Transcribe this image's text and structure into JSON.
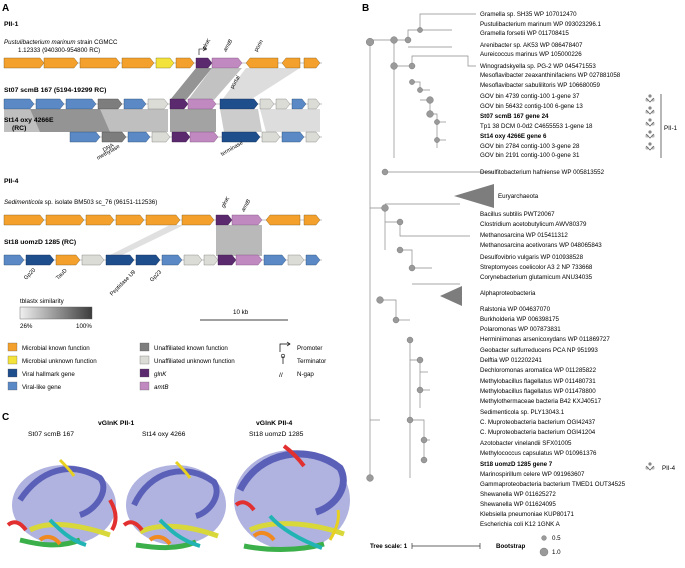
{
  "panels": {
    "a": "A",
    "b": "B",
    "c": "C"
  },
  "panel_a": {
    "pii1_header": "PII-1",
    "pustuli_title": "Pustulibacterium marinum",
    "pustuli_title_rest": " strain CGMCC",
    "pustuli_coords": "1.12333 (940300-954800 RC)",
    "st07_title": "St07 scmB 167 (5194-19299 RC)",
    "st14_title": "St14 oxy 4266E",
    "st14_sub": "(RC)",
    "pii4_header": "PII-4",
    "sedimenticola_title": "Sedimenticola",
    "sedimenticola_rest": " sp. isolate BM503 sc_76 (96151-112536)",
    "st18_title": "St18 uomzD 1285 (RC)",
    "gene_labels": {
      "glnK": "glnK",
      "amtB": "amtB",
      "porin": "porin",
      "portal": "portal",
      "dna_methylase_1": "DNA",
      "dna_methylase_2": "methylase",
      "terminase": "terminase",
      "gp20": "Gp20",
      "tauD": "TauD",
      "peptidase": "Peptidase U9",
      "gp23": "Gp23",
      "glnK_b": "glnK",
      "amtB_b": "amtB"
    },
    "similarity_title": "tblastx similarity",
    "similarity_min": "26%",
    "similarity_max": "100%",
    "scale": "10 kb",
    "legend": [
      {
        "label": "Microbial known function",
        "color": "#f4a02c"
      },
      {
        "label": "Microbial unknown function",
        "color": "#f2e23a"
      },
      {
        "label": "Viral hallmark gene",
        "color": "#1f4e8c"
      },
      {
        "label": "Viral-like gene",
        "color": "#5a89c6"
      },
      {
        "label": "Unaffiliated known function",
        "color": "#7d7d7d"
      },
      {
        "label": "Unaffiliated unknown function",
        "color": "#dcdcd6"
      },
      {
        "label": "glnK",
        "color": "#5b2a6e"
      },
      {
        "label": "amtB",
        "color": "#c08ac0"
      }
    ],
    "legend_symbols": {
      "promoter": "Promoter",
      "terminator": "Terminator",
      "ngap": "N-gap"
    }
  },
  "panel_b": {
    "taxa": [
      {
        "label": "Gramella sp. SH35 WP 107012470",
        "bold": false
      },
      {
        "label": "Pustulibacterium marinum WP 093023296.1",
        "bold": false
      },
      {
        "label": "Gramella forsetii WP 011708415",
        "bold": false
      },
      {
        "label": "Arenibacter sp. AK53 WP 086478407",
        "bold": false
      },
      {
        "label": "Aureicoccus marinus WP 105000226",
        "bold": false
      },
      {
        "label": "Winogradskyella sp. PG-2 WP 045471553",
        "bold": false
      },
      {
        "label": "Mesoflavibacter zeaxanthinifaciens WP 027881058",
        "bold": false
      },
      {
        "label": "Mesoflavibacter sabulilitoris WP 106680059",
        "bold": false
      },
      {
        "label": "GOV bin 4739 contig-100 1-gene 37",
        "bold": false
      },
      {
        "label": "GOV bin 56432 contig-100 6-gene 13",
        "bold": false
      },
      {
        "label": "St07 scmB 167 gene 24",
        "bold": true
      },
      {
        "label": "Tp1 38 DCM 0-0d2 C4655553 1-gene 18",
        "bold": false
      },
      {
        "label": "St14 oxy 4266E gene 6",
        "bold": true
      },
      {
        "label": "GOV bin 2784 contig-100 3-gene 28",
        "bold": false
      },
      {
        "label": "GOV bin 2191 contig-100 0-gene 31",
        "bold": false
      },
      {
        "label": "Desulfitobacterium hafniense WP 005813552",
        "bold": false
      },
      {
        "label": "Euryarchaeota",
        "bold": false
      },
      {
        "label": "Bacillus subtilis PWT20067",
        "bold": false
      },
      {
        "label": "Clostridium acetobutylicum AWV80379",
        "bold": false
      },
      {
        "label": "Methanosarcina WP 015411312",
        "bold": false
      },
      {
        "label": "Methanosarcina acetivorans WP 048065843",
        "bold": false
      },
      {
        "label": "Desulfovibrio vulgaris WP 010938528",
        "bold": false
      },
      {
        "label": "Streptomyces coelicolor A3 2 NP 733668",
        "bold": false
      },
      {
        "label": "Corynebacterium glutamicum ANU34035",
        "bold": false
      },
      {
        "label": "Alphaproteobacteria",
        "bold": false
      },
      {
        "label": "Ralstonia WP 004637070",
        "bold": false
      },
      {
        "label": "Burkholderia WP 006398175",
        "bold": false
      },
      {
        "label": "Polaromonas WP 007873831",
        "bold": false
      },
      {
        "label": "Herminiimonas arsenicoxydans WP 011869727",
        "bold": false
      },
      {
        "label": "Geobacter sulfurreducens PCA NP 951993",
        "bold": false
      },
      {
        "label": "Delftia WP 012202241",
        "bold": false
      },
      {
        "label": "Dechloromonas aromatica WP 011285822",
        "bold": false
      },
      {
        "label": "Methylobacillus flagellatus WP 011480731",
        "bold": false
      },
      {
        "label": "Methylobacillus flagellatus WP 011478800",
        "bold": false
      },
      {
        "label": "Methylothermaceae bacteria B42 KXJ40517",
        "bold": false
      },
      {
        "label": "Sedimenticola sp. PLY13043.1",
        "bold": false
      },
      {
        "label": "C. Muproteobacteria bacterium OGI42437",
        "bold": false
      },
      {
        "label": "C. Muproteobacteria bacterium OGI41204",
        "bold": false
      },
      {
        "label": "Azotobacter vinelandii SFX01005",
        "bold": false
      },
      {
        "label": "Methylococcus capsulatus WP 010961376",
        "bold": false
      },
      {
        "label": "St18 uomzD 1285 gene 7",
        "bold": true
      },
      {
        "label": "Marinospirillum celere WP 091963607",
        "bold": false
      },
      {
        "label": "Gammaproteobacteria bacterium TMED1 OUT34525",
        "bold": false
      },
      {
        "label": "Shewanella WP 011625272",
        "bold": false
      },
      {
        "label": "Shewanella WP 011624095",
        "bold": false
      },
      {
        "label": "Klebsiella pneumoniae KUP80171",
        "bold": false
      },
      {
        "label": "Escherichia coli K12 1GNK A",
        "bold": false
      }
    ],
    "pii1_label": "PII-1",
    "pii4_label": "PII-4",
    "tree_scale_label": "Tree scale: 1",
    "bootstrap_label": "Bootstrap",
    "bootstrap_values": [
      "0.5",
      "1.0"
    ]
  },
  "panel_c": {
    "header_pii1": "vGlnK PII-1",
    "header_pii4": "vGlnK PII-4",
    "structures": [
      "St07 scmB 167",
      "St14 oxy 4266",
      "St18 uomzD 1285"
    ]
  }
}
